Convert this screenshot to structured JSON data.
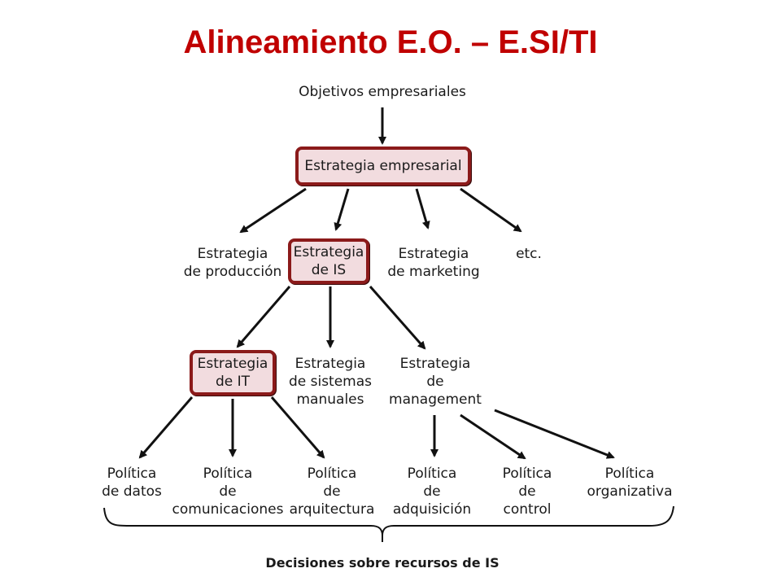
{
  "title": "Alineamiento E.O. – E.SI/TI",
  "nodes": {
    "objetivos": "Objetivos empresariales",
    "estrategia_empresarial": "Estrategia empresarial",
    "estrategia_produccion": [
      "Estrategia",
      "de producción"
    ],
    "estrategia_is": [
      "Estrategia",
      "de IS"
    ],
    "estrategia_marketing": [
      "Estrategia",
      "de marketing"
    ],
    "etc": "etc.",
    "estrategia_it": [
      "Estrategia",
      "de IT"
    ],
    "estrategia_sistemas_manuales": [
      "Estrategia",
      "de sistemas",
      "manuales"
    ],
    "estrategia_management": [
      "Estrategia",
      "de",
      "management"
    ],
    "politica_datos": [
      "Política",
      "de datos"
    ],
    "politica_comunicaciones": [
      "Política",
      "de",
      "comunicaciones"
    ],
    "politica_arquitectura": [
      "Política",
      "de",
      "arquitectura"
    ],
    "politica_adquisicion": [
      "Política",
      "de",
      "adquisición"
    ],
    "politica_control": [
      "Política",
      "de",
      "control"
    ],
    "politica_organizativa": [
      "Política",
      "organizativa"
    ],
    "decisiones": "Decisiones sobre recursos de IS"
  },
  "colors": {
    "title": "#c00000",
    "box_border": "#8b1a1a",
    "box_fill": "#f2dcdf",
    "arrow": "#111111"
  }
}
